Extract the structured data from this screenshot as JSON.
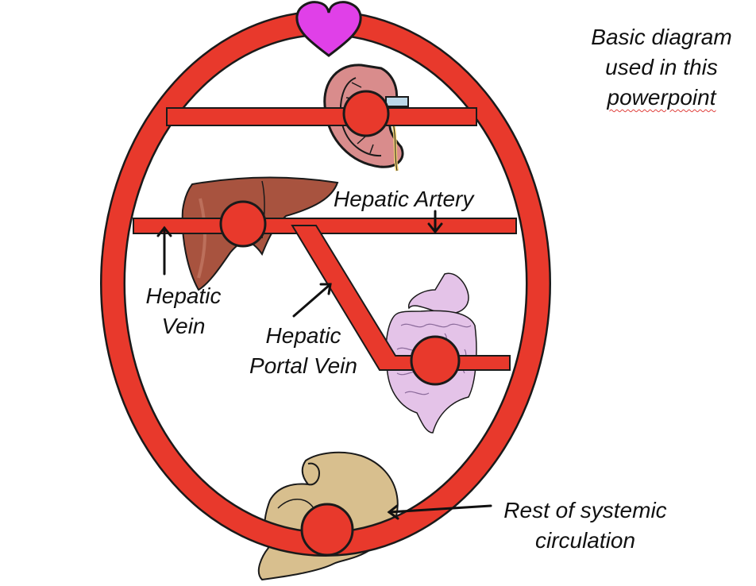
{
  "caption": {
    "line1": "Basic diagram",
    "line2": "used in this",
    "line3": "powerpoint"
  },
  "labels": {
    "hepatic_artery": "Hepatic Artery",
    "hepatic_vein_line1": "Hepatic",
    "hepatic_vein_line2": "Vein",
    "portal_vein_line1": "Hepatic",
    "portal_vein_line2": "Portal Vein",
    "systemic_line1": "Rest of systemic",
    "systemic_line2": "circulation"
  },
  "icons": {
    "heart": "heart-icon",
    "kidney": "kidney-icon",
    "liver": "liver-icon",
    "intestines": "intestines-icon",
    "muscle": "flexed-arm-icon"
  },
  "colors": {
    "vessel_red": "#e8392c",
    "vessel_outline": "#1a1a1a",
    "heart": "#e040e8",
    "liver": "#a8533f",
    "kidney": "#d98c8c",
    "intestines": "#e4c3e8",
    "muscle": "#d8bf8e"
  }
}
